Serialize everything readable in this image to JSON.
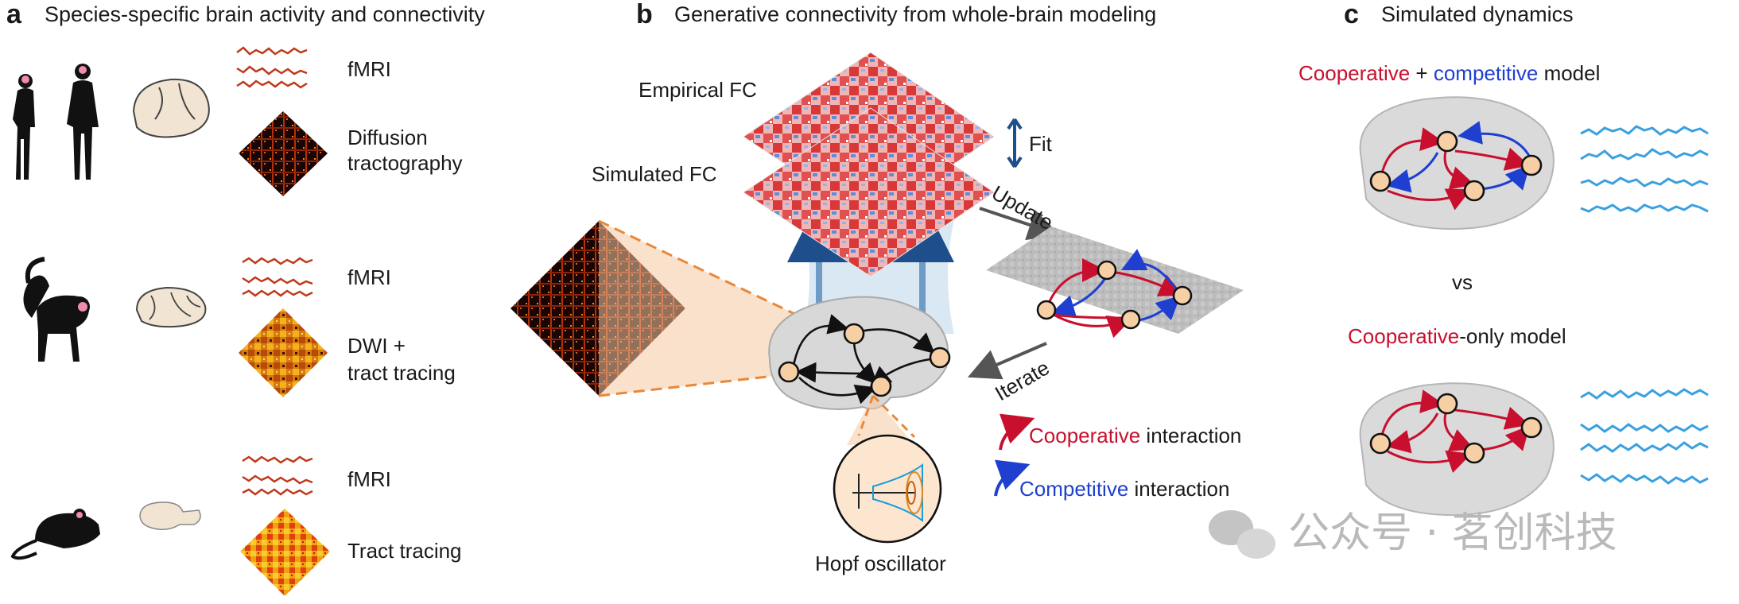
{
  "panel_a": {
    "letter": "a",
    "title": "Species-specific brain activity and connectivity",
    "rows": [
      {
        "species": "human",
        "signal": "fMRI",
        "connectivity": [
          "Diffusion",
          "tractography"
        ]
      },
      {
        "species": "macaque",
        "signal": "fMRI",
        "connectivity": [
          "DWI +",
          "tract tracing"
        ]
      },
      {
        "species": "mouse",
        "signal": "fMRI",
        "connectivity": [
          "Tract tracing"
        ]
      }
    ]
  },
  "panel_b": {
    "letter": "b",
    "title": "Generative connectivity from whole-brain modeling",
    "empirical_fc": "Empirical FC",
    "simulated_fc": "Simulated FC",
    "fit": "Fit",
    "update": "Update",
    "iterate": "Iterate",
    "hopf": "Hopf oscillator",
    "legend": {
      "coop_word": "Cooperative",
      "comp_word": "Competitive",
      "interaction": " interaction"
    }
  },
  "panel_c": {
    "letter": "c",
    "title": "Simulated dynamics",
    "model1": {
      "coop": "Cooperative",
      "plus": " + ",
      "comp": "competitive",
      "rest": " model"
    },
    "vs": "vs",
    "model2": {
      "coop": "Cooperative",
      "rest": "-only model"
    }
  },
  "watermark": "公众号 · 茗创科技",
  "colors": {
    "cooperative": "#c8102e",
    "competitive": "#1f3fd1",
    "node_fill": "#f7cfa4",
    "fmri_trace": "#c0391b",
    "sim_trace": "#3aa0e0",
    "fit_arrow": "#1f4e8c"
  },
  "icons": [
    "human-couple-icon",
    "macaque-icon",
    "mouse-icon",
    "brain-icon",
    "wechat-icon"
  ]
}
